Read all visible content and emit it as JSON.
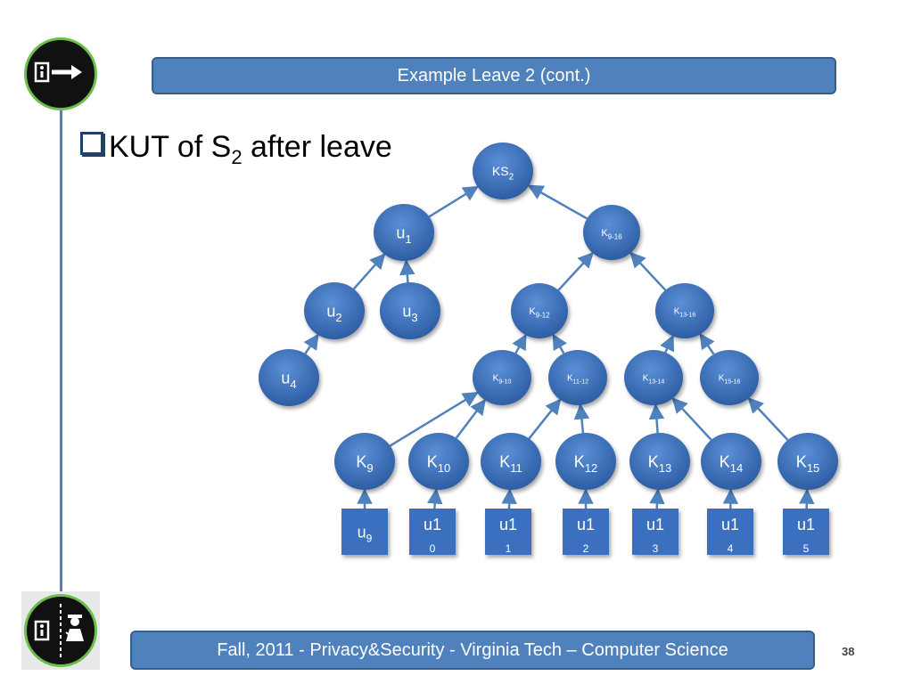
{
  "slide": {
    "title": "Example Leave 2 (cont.)",
    "bullet_main": "KUT of S",
    "bullet_sub": "2",
    "bullet_tail": " after leave",
    "footer": "Fall, 2011  - Privacy&Security  - Virginia Tech – Computer Science",
    "page_number": "38"
  },
  "colors": {
    "accent": "#4f81bd",
    "border": "#385d8a",
    "icon_ring": "#6bbf4a"
  },
  "tree": {
    "nodes": [
      {
        "id": "ks2",
        "base": "KS",
        "sub": "2",
        "shape": "ellipse",
        "size": "s"
      },
      {
        "id": "u1",
        "base": "u",
        "sub": "1",
        "shape": "ellipse",
        "size": "m"
      },
      {
        "id": "k916",
        "base": "K",
        "sub": "9-16",
        "shape": "ellipse",
        "size": "xs"
      },
      {
        "id": "u2",
        "base": "u",
        "sub": "2",
        "shape": "ellipse",
        "size": "m"
      },
      {
        "id": "u3",
        "base": "u",
        "sub": "3",
        "shape": "ellipse",
        "size": "m"
      },
      {
        "id": "k912",
        "base": "K",
        "sub": "9-12",
        "shape": "ellipse",
        "size": "xs"
      },
      {
        "id": "k1316",
        "base": "K",
        "sub": "13-16",
        "shape": "ellipse",
        "size": "xxs"
      },
      {
        "id": "u4",
        "base": "u",
        "sub": "4",
        "shape": "ellipse",
        "size": "m"
      },
      {
        "id": "k910",
        "base": "K",
        "sub": "9-10",
        "shape": "ellipse",
        "size": "xxs"
      },
      {
        "id": "k1112",
        "base": "K",
        "sub": "11-12",
        "shape": "ellipse",
        "size": "xxs"
      },
      {
        "id": "k1314",
        "base": "K",
        "sub": "13-14",
        "shape": "ellipse",
        "size": "xxs"
      },
      {
        "id": "k1516",
        "base": "K",
        "sub": "15-16",
        "shape": "ellipse",
        "size": "xxs"
      },
      {
        "id": "k9",
        "base": "K",
        "sub": "9",
        "shape": "ellipse",
        "size": "m"
      },
      {
        "id": "k10",
        "base": "K",
        "sub": "10",
        "shape": "ellipse",
        "size": "m"
      },
      {
        "id": "k11",
        "base": "K",
        "sub": "11",
        "shape": "ellipse",
        "size": "m"
      },
      {
        "id": "k12",
        "base": "K",
        "sub": "12",
        "shape": "ellipse",
        "size": "m"
      },
      {
        "id": "k13",
        "base": "K",
        "sub": "13",
        "shape": "ellipse",
        "size": "m"
      },
      {
        "id": "k14",
        "base": "K",
        "sub": "14",
        "shape": "ellipse",
        "size": "m"
      },
      {
        "id": "k15",
        "base": "K",
        "sub": "15",
        "shape": "ellipse",
        "size": "m"
      },
      {
        "id": "u9",
        "base": "u",
        "sub": "9",
        "shape": "rect"
      },
      {
        "id": "u10",
        "base": "u",
        "sub": "1",
        "sub2": "0",
        "shape": "rect"
      },
      {
        "id": "u11",
        "base": "u",
        "sub": "1",
        "sub2": "1",
        "shape": "rect"
      },
      {
        "id": "u12",
        "base": "u",
        "sub": "1",
        "sub2": "2",
        "shape": "rect"
      },
      {
        "id": "u13",
        "base": "u",
        "sub": "1",
        "sub2": "3",
        "shape": "rect"
      },
      {
        "id": "u14",
        "base": "u",
        "sub": "1",
        "sub2": "4",
        "shape": "rect"
      },
      {
        "id": "u15",
        "base": "u",
        "sub": "1",
        "sub2": "5",
        "shape": "rect"
      }
    ],
    "edges": [
      [
        "u1",
        "ks2"
      ],
      [
        "k916",
        "ks2"
      ],
      [
        "u2",
        "u1"
      ],
      [
        "u3",
        "u1"
      ],
      [
        "u4",
        "u2"
      ],
      [
        "k912",
        "k916"
      ],
      [
        "k1316",
        "k916"
      ],
      [
        "k910",
        "k912"
      ],
      [
        "k1112",
        "k912"
      ],
      [
        "k1314",
        "k1316"
      ],
      [
        "k1516",
        "k1316"
      ],
      [
        "k9",
        "k910"
      ],
      [
        "k10",
        "k910"
      ],
      [
        "k11",
        "k1112"
      ],
      [
        "k12",
        "k1112"
      ],
      [
        "k13",
        "k1314"
      ],
      [
        "k14",
        "k1314"
      ],
      [
        "k15",
        "k1516"
      ],
      [
        "u9",
        "k9"
      ],
      [
        "u10",
        "k10"
      ],
      [
        "u11",
        "k11"
      ],
      [
        "u12",
        "k12"
      ],
      [
        "u13",
        "k13"
      ],
      [
        "u14",
        "k14"
      ],
      [
        "u15",
        "k15"
      ]
    ]
  }
}
